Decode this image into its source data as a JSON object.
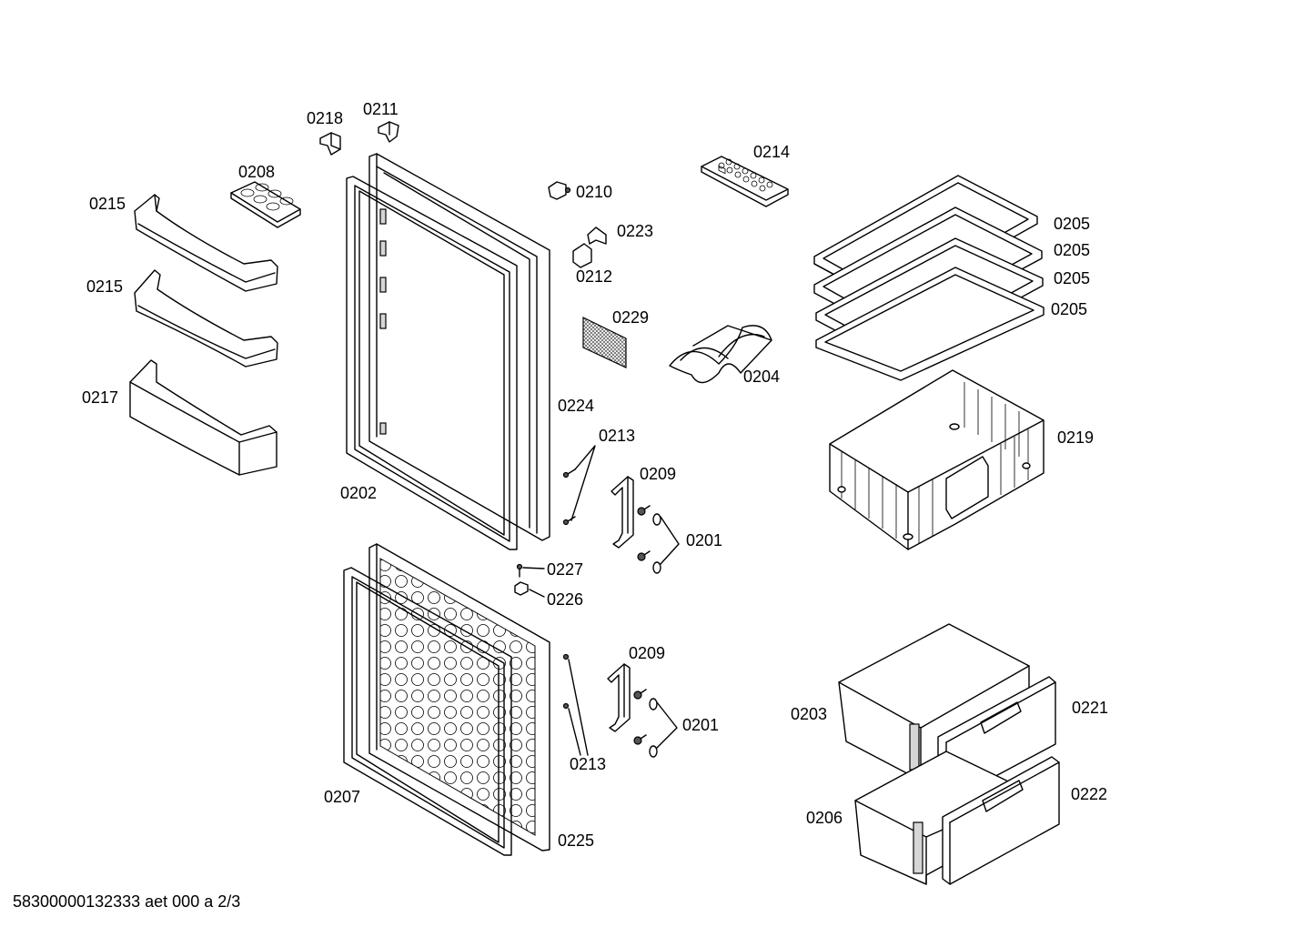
{
  "labels": {
    "p0218": "0218",
    "p0211": "0211",
    "p0208": "0208",
    "p0215a": "0215",
    "p0215b": "0215",
    "p0217": "0217",
    "p0202": "0202",
    "p0210": "0210",
    "p0223": "0223",
    "p0212": "0212",
    "p0229": "0229",
    "p0214": "0214",
    "p0204": "0204",
    "p0224": "0224",
    "p0213a": "0213",
    "p0209a": "0209",
    "p0201a": "0201",
    "p0227": "0227",
    "p0226": "0226",
    "p0205a": "0205",
    "p0205b": "0205",
    "p0205c": "0205",
    "p0205d": "0205",
    "p0219": "0219",
    "p0209b": "0209",
    "p0201b": "0201",
    "p0213b": "0213",
    "p0207": "0207",
    "p0225": "0225",
    "p0203": "0203",
    "p0221": "0221",
    "p0206": "0206",
    "p0222": "0222"
  },
  "footer": "58300000132333 aet 000 a 2/3"
}
